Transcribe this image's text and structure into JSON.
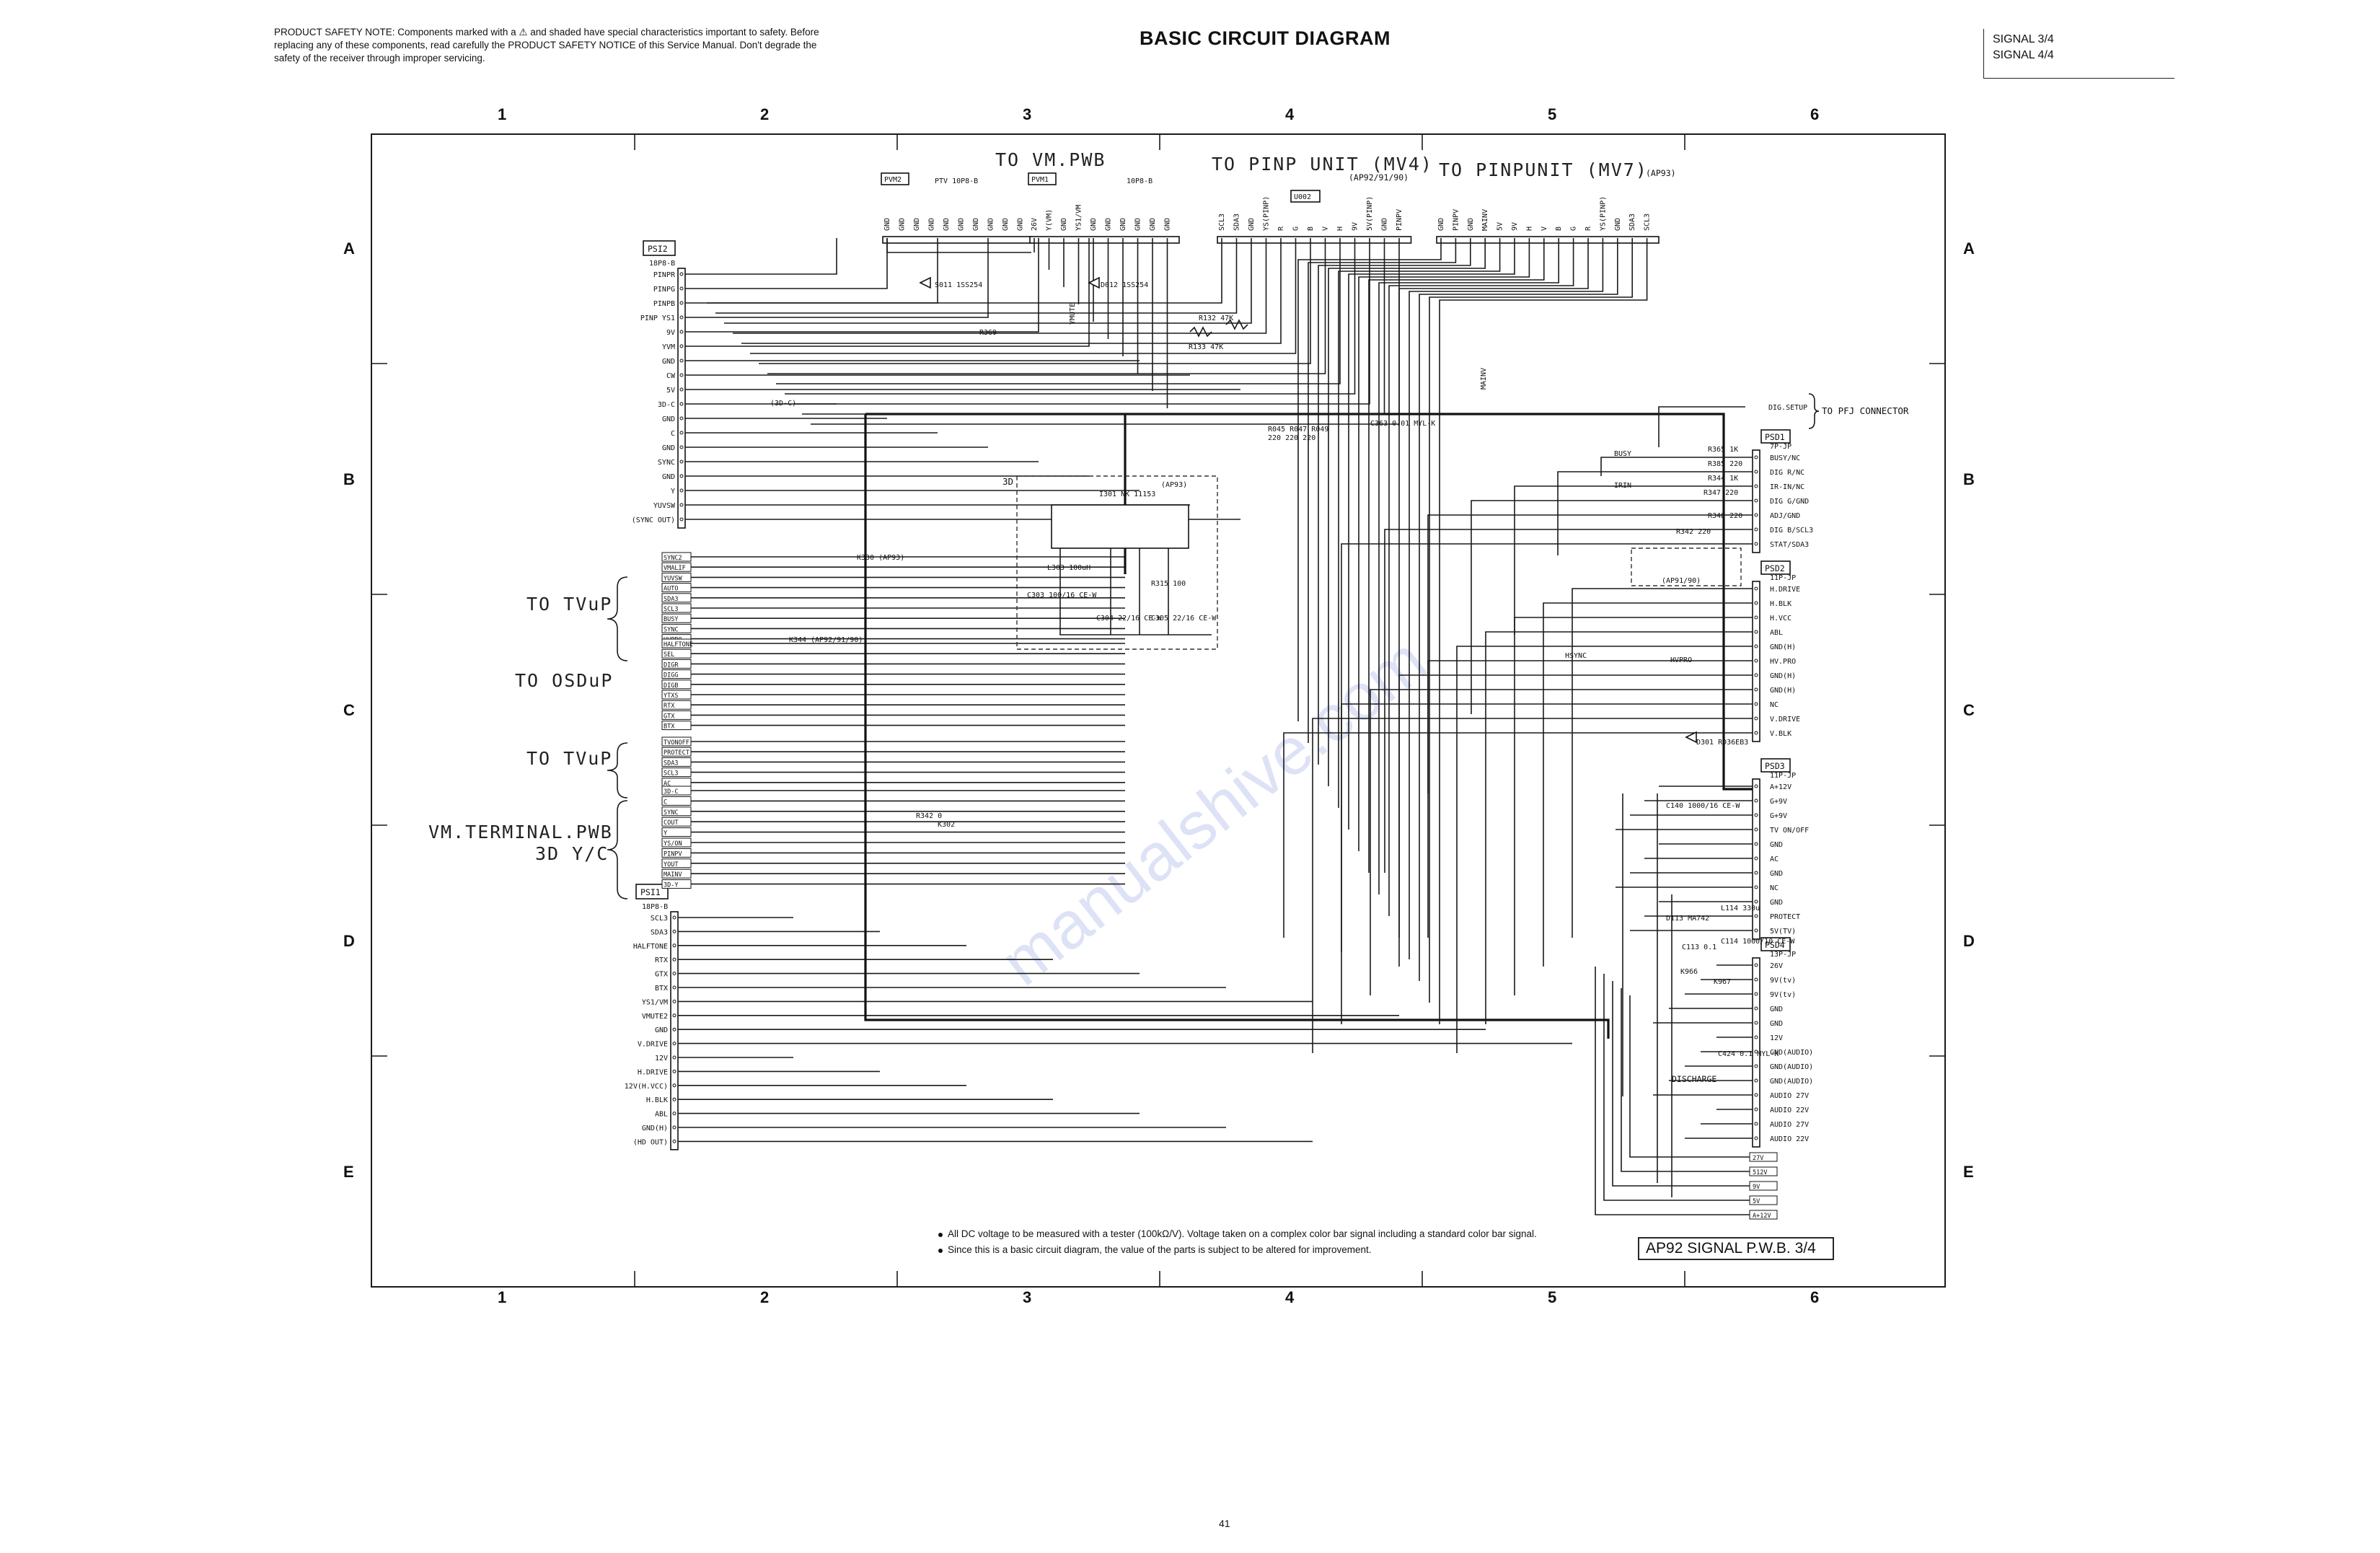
{
  "header": {
    "safety_note": "PRODUCT SAFETY NOTE: Components marked with a ⚠ and shaded have special characteristics important to safety. Before replacing any of these components, read carefully the PRODUCT SAFETY NOTICE of this Service Manual. Don't degrade the safety of the receiver through improper servicing.",
    "title": "BASIC CIRCUIT DIAGRAM",
    "signal_line1": "SIGNAL 3/4",
    "signal_line2": "SIGNAL 4/4"
  },
  "grid": {
    "columns": [
      "1",
      "2",
      "3",
      "4",
      "5",
      "6"
    ],
    "rows": [
      "A",
      "B",
      "C",
      "D",
      "E"
    ]
  },
  "headings": {
    "to_vm_pwb": "TO VM.PWB",
    "to_pinp_mv4": "TO PINP UNIT (MV4)",
    "mv4_models": "(AP92/91/90)",
    "to_pinp_mv7": "TO PINPUNIT (MV7)",
    "mv7_models": "(AP93)",
    "to_tvup_1": "TO TVuP",
    "to_osdup": "TO OSDuP",
    "to_tvup_2": "TO TVuP",
    "vm_terminal": "VM.TERMINAL.PWB",
    "vm_terminal_sub": "3D Y/C",
    "to_pfj": "TO PFJ CONNECTOR"
  },
  "connectors": {
    "psi2": {
      "name": "PSI2",
      "type": "18P8-B",
      "pins": [
        "PINPR",
        "PINPG",
        "PINPB",
        "PINP YS1",
        "9V",
        "YVM",
        "GND",
        "CW",
        "5V",
        "3D-C",
        "GND",
        "C",
        "GND",
        "SYNC",
        "GND",
        "Y",
        "YUVSW",
        "(SYNC OUT)"
      ]
    },
    "psi1": {
      "name": "PSI1",
      "type": "18P8-B",
      "pins": [
        "SCL3",
        "SDA3",
        "HALFTONE",
        "RTX",
        "GTX",
        "BTX",
        "YS1/VM",
        "VMUTE2",
        "GND",
        "V.DRIVE",
        "12V",
        "H.DRIVE",
        "12V(H.VCC)",
        "H.BLK",
        "ABL",
        "GND(H)",
        "(HD OUT)"
      ]
    },
    "pvm2": {
      "name": "PVM2",
      "type": "PTV 10P8-B",
      "pins": [
        "GND",
        "GND",
        "GND",
        "GND",
        "GND",
        "GND",
        "GND",
        "GND",
        "GND",
        "GND"
      ]
    },
    "pvm1": {
      "name": "PVM1",
      "type": "10P8-B",
      "pins": [
        "26V",
        "Y(VM)",
        "GND",
        "YS1/VM",
        "GND",
        "GND",
        "GND",
        "GND",
        "GND",
        "GND"
      ]
    },
    "u002": {
      "name": "U002",
      "pins": [
        "SCL3",
        "SDA3",
        "GND",
        "YS(PINP)",
        "R",
        "G",
        "B",
        "V",
        "H",
        "9V",
        "5V(PINP)",
        "GND",
        "PINPV"
      ]
    },
    "mv7": {
      "pins": [
        "GND",
        "PINPV",
        "GND",
        "MAINV",
        "5V",
        "9V",
        "H",
        "V",
        "B",
        "G",
        "R",
        "YS(PINP)",
        "GND",
        "SDA3",
        "SCL3"
      ]
    },
    "psd1": {
      "name": "PSD1",
      "type": "7P-JP",
      "pins": [
        "BUSY/NC",
        "DIG R/NC",
        "IR-IN/NC",
        "DIG G/GND",
        "ADJ/GND",
        "DIG B/SCL3",
        "STAT/SDA3"
      ]
    },
    "psd2": {
      "name": "PSD2",
      "type": "11P-JP",
      "pins": [
        "H.DRIVE",
        "H.BLK",
        "H.VCC",
        "ABL",
        "GND(H)",
        "HV.PRO",
        "GND(H)",
        "GND(H)",
        "NC",
        "V.DRIVE",
        "V.BLK"
      ]
    },
    "psd3": {
      "name": "PSD3",
      "type": "11P-JP",
      "pins": [
        "A+12V",
        "G+9V",
        "G+9V",
        "TV ON/OFF",
        "GND",
        "AC",
        "GND",
        "NC",
        "GND",
        "PROTECT",
        "5V(TV)"
      ]
    },
    "psd4": {
      "name": "PSD4",
      "type": "13P-JP",
      "pins": [
        "26V",
        "9V(tv)",
        "9V(tv)",
        "GND",
        "GND",
        "12V",
        "GND(AUDIO)",
        "GND(AUDIO)",
        "GND(AUDIO)",
        "AUDIO 27V",
        "AUDIO 22V",
        "AUDIO 27V",
        "AUDIO 22V"
      ]
    }
  },
  "signal_tags": {
    "tvup_group": [
      "SYNC2",
      "VMALIF",
      "YUVSW",
      "AUTO",
      "SDA3",
      "SCL3",
      "BUSY",
      "SYNC",
      "HVPRO"
    ],
    "osd_group": [
      "HALFTONE",
      "SEL",
      "DIGR",
      "DIGG",
      "DIGB",
      "YTXS",
      "RTX",
      "GTX",
      "BTX"
    ],
    "tvup_group2": [
      "TVONOFF",
      "PROTECT",
      "SDA3",
      "SCL3",
      "AC"
    ],
    "vm_group": [
      "3D-C",
      "C",
      "SYNC",
      "COUT",
      "Y",
      "YS/ON",
      "PINPV",
      "YOUT",
      "MAINV",
      "3D-Y"
    ],
    "bottom_right": [
      "27V",
      "512V",
      "9V",
      "5V",
      "A+12V"
    ]
  },
  "components": {
    "s011": "S011 1SS254",
    "d012": "D012 1SS254",
    "r369": "R369",
    "r132": "R132 47K",
    "r133": "R133 47K",
    "r045": "R045 R047 R049",
    "r045_vals": "220 220 220",
    "c363": "C363 0.01 MYL-K",
    "i301": "I301 NK 11153",
    "i301_model": "(AP93)",
    "l303": "L303 100uH",
    "c303": "C303 100/16 CE-W",
    "c304": "C304 22/16 CE-W",
    "c305": "C305 22/16 CE-W",
    "r315": "R315 100",
    "r330": "K330 (AP93)",
    "k344": "K344 (AP92/91/90)",
    "r342": "R342 0",
    "k302": "K302",
    "r365": "R365 1K",
    "r385": "R385 220",
    "r344": "R344 1K",
    "r347": "R347 220",
    "r348": "R348 220",
    "r342b": "R342 220",
    "ap9190": "(AP91/90)",
    "d301": "D301 RD36EB3",
    "c140": "C140 1000/16 CE-W",
    "d113": "D113 MA742",
    "l114": "L114 330u",
    "c114": "C114 1000/10 CE-W",
    "c113": "C113 0.1",
    "k966": "K966",
    "k967": "K967",
    "c424": "C424 0.1 MYL-K",
    "discharge": "DISCHARGE",
    "mark_3d": "3D",
    "dig_setup": "DIG.SETUP",
    "busy": "BUSY",
    "irin": "IRIN",
    "hsync": "HSYNC",
    "hvpro": "HVPRO",
    "mainv": "MAINV",
    "ymute": "YMUTE",
    "c30": "(3D-C)"
  },
  "notes": [
    "All DC voltage to be measured with a tester (100kΩ/V). Voltage taken on a complex color bar signal including a standard color bar signal.",
    "Since this is a basic circuit diagram, the value of the parts is subject to be altered for improvement."
  ],
  "board_label": "AP92 SIGNAL P.W.B. 3/4",
  "watermark": "manualshive.com",
  "page_number": "41"
}
